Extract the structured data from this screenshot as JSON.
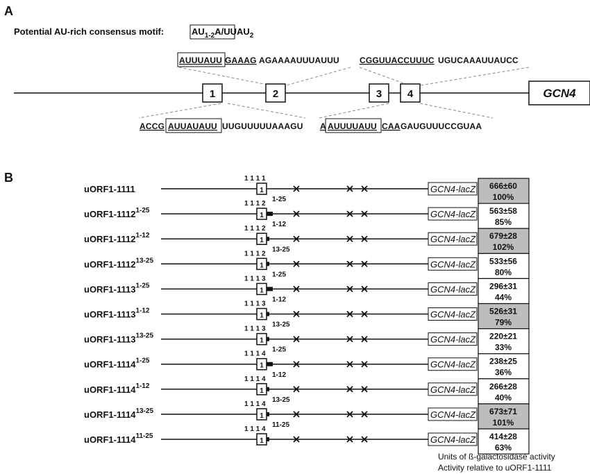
{
  "panelA": {
    "label": "A",
    "motif": {
      "prefix": "Potential AU-rich consensus motif:",
      "p1": "AU",
      "s1": "1-2",
      "p2": "A/UUAU",
      "s2": "2"
    },
    "top_left_seq": {
      "boxed": "AUUUAUU",
      "ul": "GAAAG",
      "rest": "AGAAAAUUUAUUU"
    },
    "top_right_seq": {
      "ul": "CGGUUACCUUUC",
      "rest": "UGUCAAAUUAUCC"
    },
    "bottom_left_seq": {
      "pre": "ACCG",
      "boxed": "AUUAUAUU",
      "rest": "UUGUUUUUAAAGU"
    },
    "bottom_right_seq": {
      "pre": "A",
      "boxed": "AUUUUAUU",
      "ul": "CAA",
      "rest": "GAUGUUUCCGUAA"
    },
    "uorfs": [
      "1",
      "2",
      "3",
      "4"
    ],
    "gene": "GCN4"
  },
  "panelB": {
    "label": "B",
    "reporter": "GCN4-lacZ",
    "constructs": [
      {
        "name": "uORF1-1111",
        "sup": "",
        "digits": "1 1 1 1",
        "orf_sup": "",
        "act1": "666±60",
        "act2": "100%",
        "shaded": true,
        "tail": 0
      },
      {
        "name": "uORF1-1112",
        "sup": "1-25",
        "digits": "1 1 1 2",
        "orf_sup": "1-25",
        "act1": "563±58",
        "act2": "85%",
        "shaded": false,
        "tail": 9
      },
      {
        "name": "uORF1-1112",
        "sup": "1-12",
        "digits": "1 1 1 2",
        "orf_sup": "1-12",
        "act1": "679±28",
        "act2": "102%",
        "shaded": true,
        "tail": 4
      },
      {
        "name": "uORF1-1112",
        "sup": "13-25",
        "digits": "1 1 1 2",
        "orf_sup": "13-25",
        "act1": "533±56",
        "act2": "80%",
        "shaded": false,
        "tail": 4
      },
      {
        "name": "uORF1-1113",
        "sup": "1-25",
        "digits": "1 1 1 3",
        "orf_sup": "1-25",
        "act1": "296±31",
        "act2": "44%",
        "shaded": false,
        "tail": 9
      },
      {
        "name": "uORF1-1113",
        "sup": "1-12",
        "digits": "1 1 1 3",
        "orf_sup": "1-12",
        "act1": "526±31",
        "act2": "79%",
        "shaded": true,
        "tail": 4
      },
      {
        "name": "uORF1-1113",
        "sup": "13-25",
        "digits": "1 1 1 3",
        "orf_sup": "13-25",
        "act1": "220±21",
        "act2": "33%",
        "shaded": false,
        "tail": 4
      },
      {
        "name": "uORF1-1114",
        "sup": "1-25",
        "digits": "1 1 1 4",
        "orf_sup": "1-25",
        "act1": "238±25",
        "act2": "36%",
        "shaded": false,
        "tail": 9
      },
      {
        "name": "uORF1-1114",
        "sup": "1-12",
        "digits": "1 1 1 4",
        "orf_sup": "1-12",
        "act1": "266±28",
        "act2": "40%",
        "shaded": false,
        "tail": 4
      },
      {
        "name": "uORF1-1114",
        "sup": "13-25",
        "digits": "1 1 1 4",
        "orf_sup": "13-25",
        "act1": "673±71",
        "act2": "101%",
        "shaded": true,
        "tail": 4
      },
      {
        "name": "uORF1-1114",
        "sup": "11-25",
        "digits": "1 1 1 4",
        "orf_sup": "11-25",
        "act1": "414±28",
        "act2": "63%",
        "shaded": false,
        "tail": 4
      }
    ],
    "footnote1": "Units of ß-galactosidase activity",
    "footnote2": "Activity relative to uORF1-1111"
  },
  "colors": {
    "shaded": "#bdbdbd",
    "line": "#111111",
    "dashed": "#888888"
  }
}
